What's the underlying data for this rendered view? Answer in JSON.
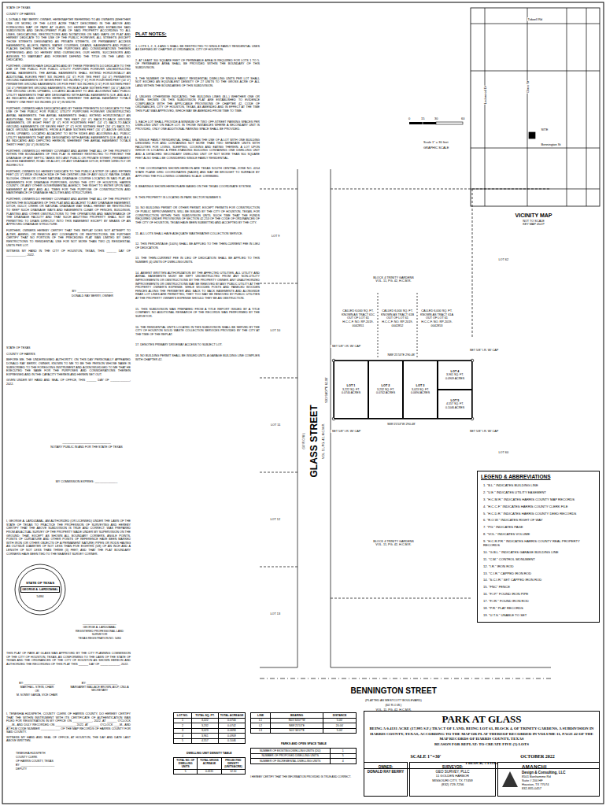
{
  "diagram": {
    "nodes": [
      {
        "text": [
          "VICINITY MAP",
          "NOT TO SCALE",
          "KEY MAP 454 P"
        ]
      },
      {
        "text": [
          "LOT 1",
          "3,222 SQ. FT.",
          "0.0740 ACRES"
        ]
      },
      {
        "text": [
          "LOT 2",
          "3,232 SQ. FT.",
          "0.0742 ACRES"
        ]
      },
      {
        "text": [
          "LOT 3",
          "3,023 SQ. FT.",
          "0.0694 ACRES"
        ]
      },
      {
        "text": [
          "LOT 4",
          "3,961 SQ. FT.",
          "0.0909 ACRES"
        ]
      },
      {
        "text": [
          "LOT 5",
          "4,557 SQ. FT.",
          "0.1046 ACRES"
        ]
      },
      {
        "text": [
          "STATE OF TEXAS",
          "GEORGE A. LARDIZABAL",
          "5484"
        ]
      },
      {
        "text": [
          "LEGEND & ABBREVIATIONS"
        ]
      },
      {
        "text": [
          "PARK AT GLASS",
          "BEING A 0.4131 ACRE (17,995 S.F.) TRACT OF LAND, BEING LOT 61, BLOCK 4, OF TRINITY GARDENS, A SUBDIVISION IN HARRIS COUNTY, TEXAS, ACCORDING TO THE MAP OR PLAT THEREOF RECORDED IN VOLUME 11, PAGE 42 OF THE MAP RECORDS OF HARRIS COUNTY, TEXAS",
          "REASON FOR REPLAT: TO CREATE FIVE (5) LOTS",
          "SCALE 1\"=30'",
          "OCTOBER 2022",
          "1 BLOCK, 5 LOTS"
        ]
      },
      {
        "text": [
          "OWNER:",
          "DONALD RAY BERRY"
        ]
      },
      {
        "text": [
          "SURVEYOR:",
          "GEO SURVEY, PLLC",
          "11 GOLDEN HARBOR",
          "MISSOURI CITY, TX 77459",
          "(832) 729-7256"
        ]
      },
      {
        "text": [
          "AMANCHI",
          "Design & Consulting, LLC",
          "8501 Bonhomme Rd",
          "Suite # 200 HF",
          "Houston, TX 77074",
          "832-835-0457"
        ]
      }
    ],
    "labels": [
      "STATE OF TEXAS",
      "COUNTY OF HARRIS",
      "I, DONALD RAY BERRY, OWNER, HEREINAFTER REFERRED TO AS OWNERS (WHETHER ONE OR MORE) OF THE 0.4131 ACRE TRACT DESCRIBED IN THE ABOVE AND FOREGOING MAP OF PARK AT GLASS, DO HEREBY MAKE AND ESTABLISH SAID SUBDIVISION AND DEVELOPMENT PLAN OF SAID PROPERTY ACCORDING TO ALL LINES, DEDICATIONS, RESTRICTIONS AND NOTATIONS ON SAID MAPS OR PLAT AND HEREBY DEDICATE TO THE USE OF THE PUBLIC FOREVER, ALL STREETS (EXCEPT THOSE STREETS DESIGNATED AS PRIVATE STREETS, OR PERMANENT ACCESS EASEMENTS), ALLEYS, PARKS, WATER COURSES, DRAINS, EASEMENTS AND PUBLIC PLACES SHOWN THEREON FOR THE PURPOSES AND CONSIDERATIONS THEREIN EXPRESSED; AND DO HEREBY BIND OURSELVES, OUR HEIRS, SUCCESSORS AND ASSIGNS TO WARRANT AND FOREVER DEFEND THE TITLE ON THE LAND SO DEDICATED.",
      "FURTHER, OWNERS HAVE DEDICATED AND BY THESE PRESENTS DO DEDICATE TO THE USE OF THE PUBLIC FOR PUBLIC UTILITY PURPOSES FOREVER UNOBSTRUCTED AERIAL EASEMENTS. THE AERIAL EASEMENTS SHALL EXTEND HORIZONTALLY AN ADDITIONAL ELEVEN FEET SIX INCHES (11' 6\") FOR TEN FEET (10' 0\") PERIMETER GROUND EASEMENTS OR SEVEN FEET SIX INCHES (7' 6\") FOR FOURTEEN FEET (14' 0\") PERIMETER GROUND EASEMENTS OR FIVE FEET SIX INCHES (5' 6\") FOR SIXTEEN FEET (16' 0\") PERIMETER GROUND EASEMENTS, FROM A PLANE SIXTEEN FEET (16' 0\") ABOVE THE GROUND LEVEL UPWARD, LOCATED ADJACENT TO AND ADJOINING SAID PUBLIC UTILITY EASEMENTS THAT ARE DESIGNATED WITH AERIAL EASEMENTS (U.E. AND A.E.) AS INDICATED AND DEPICTED HEREON, WHEREBY THE AERIAL EASEMENT TOTALS TWENTY ONE FEET SIX INCHES (21' 6\") IN WIDTH.",
      "FURTHER, OWNERS HAVE DEDICATED AND BY THESE PRESENTS DO DEDICATE TO THE USE OF THE PUBLIC FOR PUBLIC UTILITY PURPOSES FOREVER UNOBSTRUCTED AERIAL EASEMENTS. THE AERIAL EASEMENTS SHALL EXTEND HORIZONTALLY AN ADDITIONAL TEN FEET (10' 0\") FOR TEN FEET (10' 0\") BACK-TO-BACK GROUND EASEMENTS, OR EIGHT FEET (8' 0\") FOR FOURTEEN FEET (14' 0\") BACK-TO-BACK GROUND EASEMENTS OR SEVEN FEET (7' 0\") FOR SIXTEEN FEET (16' 0\") BACK-TO-BACK GROUND EASEMENTS, FROM A PLANE SIXTEEN FEET (16' 0\") ABOVE GROUND LEVEL UPWARD, LOCATED ADJACENT TO BOTH SIDES AND ADJOINING ALL PUBLIC UTILITY EASEMENTS THAT ARE DESIGNATED WITH AERIAL EASEMENTS (U.E. AND A.E.) AS INDICATED AND DEPICTED HEREON, WHEREBY THE AERIAL EASEMENT TOTALS THIRTY FEET (30' 0\") IN WIDTH.",
      "FURTHER, OWNERS DO HEREBY COVENANT AND AGREE THAT ALL OF THE PROPERTY WITHIN THE BOUNDARIES OF THIS PLAT IS HEREBY RESTRICTED TO PREVENT THE DRAINAGE OF ANY SEPTIC TANKS INTO ANY PUBLIC OR PRIVATE STREET, PERMANENT ACCESS EASEMENT, ROAD OR ALLEY, OR ANY DRAINAGE DITCH, EITHER DIRECTLY OR INDIRECTLY.",
      "FURTHER, OWNERS DO HEREBY DEDICATE TO THE PUBLIC A STRIP OF LAND FIFTEEN FEET (15' 0\") WIDE ON EACH SIDE OF THE CENTER LINE OF ANY GULLY, RAVINE, DRAW, SLOUGH, CREEK OR OTHER NATURAL DRAINAGE COURSE LOCATED IN SAID PLAT, AS EASEMENTS FOR DRAINAGE PURPOSES, GIVING THE CITY OF HOUSTON, HARRIS COUNTY, OR ANY OTHER GOVERNMENTAL AGENCY, THE RIGHT TO ENTER UPON SAID EASEMENT AT ANY AND ALL TIMES FOR THE PURPOSE OF CONSTRUCTION AND MAINTENANCE OF DRAINAGE FACILITIES AND STRUCTURES.",
      "FURTHER, OWNERS DO HEREBY COVENANT AND AGREE THAT ALL OF THE PROPERTY WITHIN THE BOUNDARIES OF THIS PLAT AND ADJACENT TO ANY DRAINAGE EASEMENT, DITCH, GULLY, CREEK OR NATURAL DRAINAGE WAY SHALL HEREBY BE RESTRICTED TO KEEP SUCH DRAINAGE WAYS AND EASEMENTS CLEAR OF FENCES, BUILDINGS, PLANTING AND OTHER OBSTRUCTIONS TO THE OPERATIONS AND MAINTENANCE OF THE DRAINAGE FACILITY AND THAT SUCH ABUTTING PROPERTY SHALL NOT BE PERMITTED TO DRAIN DIRECTLY INTO THIS EASEMENT EXCEPT BY MEANS OF AN APPROVED DRAINAGE STRUCTURE.",
      "FURTHER, OWNERS HEREBY CERTIFY THAT THIS REPLAT DOES NOT ATTEMPT TO ALTER, AMEND, OR REMOVE ANY COVENANTS OR RESTRICTIONS; WE FURTHER CERTIFY THAT NO PORTION OF THE PRECEDING PLAT WAS LIMITED BY DEED RESTRICTIONS TO RESIDENTIAL USE FOR NOT MORE THAN TWO (2) RESIDENTIAL UNITS PER LOT.",
      "WITNESS MY HAND IN THE CITY OF HOUSTON, TEXAS, THIS ______ DAY OF ____________, 2022.",
      "BY: ______________________",
      "DONALD RAY BERRY, OWNER",
      "STATE OF TEXAS",
      "COUNTY OF HARRIS",
      "BEFORE ME, THE UNDERSIGNED AUTHORITY, ON THIS DAY PERSONALLY APPEARED DONALD RAY BERRY, OWNER, KNOWN TO ME TO BE THE PERSON WHOSE NAME IS SUBSCRIBED TO THE FOREGOING INSTRUMENT AND ACKNOWLEDGED TO ME THAT HE EXECUTED THE SAME FOR THE PURPOSES AND CONSIDERATIONS THEREIN EXPRESSED AND IN THE CAPACITY THEREIN AND HEREIN SET OUT.",
      "GIVEN UNDER MY HAND AND SEAL OF OFFICE, THIS ______ DAY OF ____________, 2022.",
      "______________________________",
      "NOTARY PUBLIC IN AND FOR THE STATE OF TEXAS",
      "MY COMMISSION EXPIRES: ______________",
      "I, GEORGE A. LARDIZABAL, AM AUTHORIZED (OR LICENSED) UNDER THE LAWS OF THE STATE OF TEXAS TO PRACTICE THE PROFESSION OF SURVEYING AND HEREBY CERTIFY THAT THE ABOVE SUBDIVISION IS TRUE AND CORRECT; WAS PREPARED FROM AN ACTUAL SURVEY OF THE PROPERTY MADE UNDER MY SUPERVISION ON THE GROUND; THAT, EXCEPT AS SHOWN ALL BOUNDARY CORNERS, ANGLE POINTS, POINTS OF CURVATURE AND OTHER POINTS OF REFERENCE HAVE BEEN MARKED WITH IRON (OR OTHER OBJECTS OF A PERMANENT NATURE) PIPES OR RODS HAVING AN OUTSIDE DIAMETER OF NOT LESS THAN FIVE EIGHTHS (5/8) OF AN INCH AND A LENGTH OF NOT LESS THAN THREE (3) FEET; AND THAT THE PLAT BOUNDARY CORNERS HAVE BEEN TIED TO THE NEAREST SURVEY CORNER.",
      "______________________",
      "GEORGE A. LARDIZABAL",
      "REGISTERED PROFESSIONAL LAND SURVEYOR",
      "TEXAS REGISTRATION NO. 5484",
      "THIS PLAT OF PARK AT GLASS WAS APPROVED BY THE CITY PLANNING COMMISSION OF THE CITY OF HOUSTON, TEXAS, AS CONFORMING TO THE LAWS OF THE STATE OF TEXAS AND THE ORDINANCES OF THE CITY OF HOUSTON AS SHOWN HEREON AND AUTHORIZED THE RECORDING OF THIS PLAT THIS ______ DAY OF ____________, 2022.",
      "BY: ____________________",
      "MARTHA L. STEIN, CHAIR",
      "OR",
      "M. SONNY GARZA, VICE CHAIR",
      "BY: ____________________",
      "MARGARET WALLACE BROWN, AICP, CNU-A SECRETARY",
      "I, TENESHIA HUDSPETH, COUNTY CLERK OF HARRIS COUNTY, DO HEREBY CERTIFY THAT THE WITHIN INSTRUMENT WITH ITS CERTIFICATE OF AUTHENTICATION WAS FILED FOR REGISTRATION IN MY OFFICE ON ____________, 2022, AT ______ O'CLOCK ___.M., AND DULY RECORDED ON ____________, 2022, AT ______ O'CLOCK ___.M., AND AT FILM CODE NUMBER ____________ OF THE MAP RECORDS OF HARRIS COUNTY FOR SAID COUNTY.",
      "WITNESS MY HAND AND SEAL OF OFFICE, AT HOUSTON, THE DAY AND DATE LAST ABOVE WRITTEN.",
      "TENESHIA HUDSPETH",
      "COUNTY CLERK",
      "OF HARRIS COUNTY, TEXAS",
      "BY: ______________________",
      "DEPUTY",
      "PLAT NOTES:",
      "1. LOTS 1, 2, 3, 4 AND 5 SHALL BE RESTRICTED TO SINGLE FAMILY RESIDENTIAL USES AS DEFINED BY CHAPTER 42 ORDINANCE, CITY OF HOUSTON.",
      "2. AT LEAST 300 SQUARE FEET OF PERMEABLE AREA IS REQUIRED FOR LOTS 1 TO 5. OF PERMEABLE AREA SHALL BE PROVIDED WITHIN THE BOUNDARY OF THIS SUBDIVISION.",
      "3. THE NUMBER OF SINGLE FAMILY RESIDENTIAL DWELLING UNITS PER LOT SHALL NOT EXCEED AN EQUIVALENT DENSITY OF 27 UNITS TO THE GROSS ACRE OF ALL LAND WITHIN THE BOUNDARIES OF THIS SUBDIVISION.",
      "4. UNLESS OTHERWISE INDICATED, THE BUILDING LINES (B.L.) WHETHER ONE OR MORE, SHOWN ON THIS SUBDIVISION PLAT ARE ESTABLISHED TO EVIDENCE COMPLIANCE WITH THE APPLICABLE PROVISIONS OF CHAPTER 42, CODE OF ORDINANCES, CITY OF HOUSTON, TEXAS, AS AMENDED AND IN EFFECT AT THE TIME THIS PLAT WAS APPROVED, WHICH MAY BE AMENDED FROM TIME TO TIME.",
      "5. EACH LOT SHALL PROVIDE A MINIMUM OF TWO OFF-STREET PARKING SPACES PER DWELLING UNIT ON EACH LOT. IN THOSE INSTANCES WHERE A SECONDARY UNIT IS PROVIDED, ONLY ONE ADDITIONAL PARKING SPACE SHALL BE PROVIDED.",
      "6. SINGLE FAMILY RESIDENTIAL SHALL MEAN THE USE OF A LOT WITH ONE BUILDING DESIGNED FOR AND CONTAINING NOT MORE THAN TWO SEPARATE UNITS WITH FACILITIES FOR LIVING, SLEEPING, COOKING AND EATING THEREIN. A LOT UPON WHICH IS LOCATED A FREE-STANDING BUILDING CONTAINING ONE DWELLING UNIT AND A DETACHED SECONDARY DWELLING UNIT OF NOT MORE THAN 900 SQUARE FEET ALSO SHALL BE CONSIDERED SINGLE FAMILY RESIDENTIAL.",
      "7. THE COORDINATES SHOWN HEREON ARE TEXAS SOUTH CENTRAL ZONE NO. 4204 STATE PLANE GRID COORDINATES (NAD83) AND MAY BE BROUGHT TO SURFACE BY APPLYING THE FOLLOWING COMBINED SCALE: 0.99986880.",
      "8. BEARINGS SHOWN HEREON ARE BASED ON THE TEXAS COORDINATE SYSTEM.",
      "9. THIS PROPERTY IS LOCATED IN PARK SECTOR NUMBER 9.",
      "10. NO BUILDING PERMIT OR OTHER PERMIT, EXCEPT PERMITS FOR CONSTRUCTION OF PUBLIC IMPROVEMENTS, WILL BE ISSUED BY THE CITY OF HOUSTON, TEXAS, FOR CONSTRUCTION WITHIN THIS SUBDIVISION UNTIL SUCH TIME THAT THE FUNDS REQUIRED UNDER PROVISIONS OF SECTION 42-253 OF THE CODE OF ORDINANCES OF THE CITY OF HOUSTON, TEXAS HAVE BEEN SUBMITTED AND ACCEPTED BY THE CITY.",
      "11. ALL LOTS SHALL HAVE ADEQUATE WASTEWATER COLLECTION SERVICE.",
      "12. THIS PERCENTAGE (100%) SHALL BE APPLIED TO THE THEN-CURRENT FEE IN LIEU OF DEDICATION.",
      "13. THE THEN-CURRENT FEE IN LIEU OF DEDICATION SHALL BE APPLIED TO THIS NUMBER (4) UNITS OF DWELLING UNITS.",
      "14. ABSENT WRITTEN AUTHORIZATION BY THE AFFECTED UTILITIES, ALL UTILITY AND AERIAL EASEMENTS MUST BE KEPT UNOBSTRUCTED FROM ANY NON-UTILITY IMPROVEMENTS OR OBSTRUCTIONS BY THE PROPERTY OWNER. ANY UNAUTHORIZED IMPROVEMENTS OR OBSTRUCTIONS MAY BE REMOVED BY ANY PUBLIC UTILITY AT THE PROPERTY OWNER'S EXPENSE. WHILE WOODEN POSTS AND PANELED WOODEN FENCES ALONG THE PERIMETER AND BACK TO BACK EASEMENTS AND ALONGSIDE REAR LOT LINES ARE PERMITTED, THEY TOO MAY BE REMOVED BY PUBLIC UTILITIES AT THE PROPERTY OWNER'S EXPENSE SHOULD THEY BE AN OBSTRUCTION.",
      "15. THIS SUBDIVISION WAS PREPARED FROM A TITLE REPORT ISSUED BY A TITLE COMPANY; NO ADDITIONAL RESEARCH OF THE RECORDS WAS PERFORMED BY THE SURVEYOR.",
      "16. THE RESIDENTIAL UNITS LOCATED IN THIS SUBDIVISION SHALL BE SERVED BY THE CITY OF HOUSTON SOLID WASTE COLLECTION SERVICES PROVIDED BY THE CITY AT THE TIME OF THE REPLAT.",
      "17. DENOTES PRIMARY DRIVEWAY ACCESS TO SUBJECT LOT.",
      "18. NO BUILDING PERMIT SHALL BE ISSUED UNTIL A GARAGE BUILDING LINE COMPLIES WITH CHAPTER 42.",
      "0",
      "15",
      "30",
      "60",
      "Scale 1\" = 30 feet",
      "GRAPHIC SCALE",
      "Tidwell Rd",
      "Lockwood Dr",
      "Bennington St",
      "Glass St",
      "SITE",
      "GLASS STREET",
      "(50' R.O.W.)",
      "VOL. 11, PG. 42, H.C.M.R.",
      "BLOCK 4 TRINITY GARDENS VOL. 11, PG. 42, H.C.M.R.",
      "BLOCK 4 TRINITY GARDENS VOL. 11, PG. 42, H.C.M.R.",
      "CALLED 6,000 SQ. FT. KNOWN AS TRACT 61C OUT OF LOT 61 H.C.C.F. NO. RP-2019-0042851",
      "CALLED 6,000 SQ. FT. KNOWN AS TRACT 61B OUT OF LOT 61 H.C.C.F. NO. RP-2019-0042852",
      "CALLED 6,000 SQ. FT. KNOWN AS TRACT 61A OUT OF LOT 61 H.C.C.F. NO. RP-2019-0042853",
      "N88°25'53\"E 290.48'",
      "S88°25'53\"W 290.48'",
      "S01°34'07\"E 62.00'",
      "SET 5/8\" I.R. W/ CAP",
      "SET 5/8\" I.R. W/ CAP",
      "SET 5/8\" I.R. W/ CAP",
      "SET 5/8\" I.R. W/ CAP",
      "LOT 62",
      "LOT 60",
      "LOT 9",
      "LOT 10",
      "LOT 11",
      "LOT 12",
      "LOT 13",
      "BENNINGTON STREET",
      "(PLATTED AS WESTCOTT BOULEVARD)",
      "(60' R.O.W.)",
      "VOL. 11, PG. 42, H.C.M.R.",
      "LOT NO.",
      "TOTAL SQ. FT.",
      "TOTAL ACREAGE",
      "1",
      "3,222",
      "0.0740",
      "2",
      "3,232",
      "0.0742",
      "3",
      "3,023",
      "0.0694",
      "4",
      "3,961",
      "0.0909",
      "5",
      "4,557",
      "0.1046",
      "LINE",
      "BEARING",
      "DISTANCE",
      "L1",
      "N01°34'07\"W",
      "5.00'",
      "L2",
      "N88°25'53\"E",
      "20.00'",
      "L3",
      "S01°34'07\"E",
      "5.00'",
      "TOTAL NO. OF DWELLING UNITS",
      "TOTAL GROSS ACREAGE",
      "PROJECTED DENSITY (UNITS/ACRE)",
      "5",
      "0.4131",
      "12.10",
      "DWELLING UNIT DENSITY TABLE",
      "PARKS AND OPEN SPACE TABLE",
      "NUMBER OF EXISTING DWELLING UNITS (DU)",
      "1",
      "NUMBER OF PROPOSED DWELLING UNITS",
      "5",
      "NUMBER OF INCREMENTAL DWELLING UNITS",
      "4",
      "I HEREBY CERTIFY THAT THE INFORMATION PROVIDED IS TRUE AND CORRECT."
    ],
    "legend": [
      {
        "text": "1. \"B.L.\" INDICATES BUILDING LINE"
      },
      {
        "text": "2. \"U.E.\" INDICATES UTILITY EASEMENT"
      },
      {
        "text": "3. \"H.C.M.R.\" INDICATES HARRIS COUNTY MAP RECORDS"
      },
      {
        "text": "4. \"H.C.C.F.\" INDICATES HARRIS COUNTY CLERK FILE"
      },
      {
        "text": "5. \"H.C.D.R.\" INDICATES HARRIS COUNTY DEED RECORDS"
      },
      {
        "text": "6. \"R.O.W.\" INDICATES RIGHT OF WAY"
      },
      {
        "text": "7. \"PG.\" INDICATES PAGE"
      },
      {
        "text": "8. \"VOL.\" INDICATES VOLUME"
      },
      {
        "text": "9. \"H.C.R.P.R.\" INDICATES HARRIS COUNTY REAL PROPERTY RECORDS"
      },
      {
        "text": "10. \"G.B.L.\" INDICATES GARAGE BUILDING LINE"
      },
      {
        "text": "11. \"C.M.\" CONTROL MONUMENT"
      },
      {
        "text": "12. \"I.R.\" IRON ROD"
      },
      {
        "text": "13. \"C.I.R.\" CAPPED IRON ROD"
      },
      {
        "text": "14. \"S.C.I.R.\" SET CAPPED IRON ROD"
      },
      {
        "text": "15. \"FNC\" FENCE"
      },
      {
        "text": "16. \"F.I.P.\" FOUND IRON PIPE"
      },
      {
        "text": "17. \"F.I.R.\" FOUND IRON ROD"
      },
      {
        "text": "18. \"P.R.\" PLAT RECORDS"
      },
      {
        "text": "19. \"U.T.S.\" UNABLE TO SET"
      }
    ]
  }
}
